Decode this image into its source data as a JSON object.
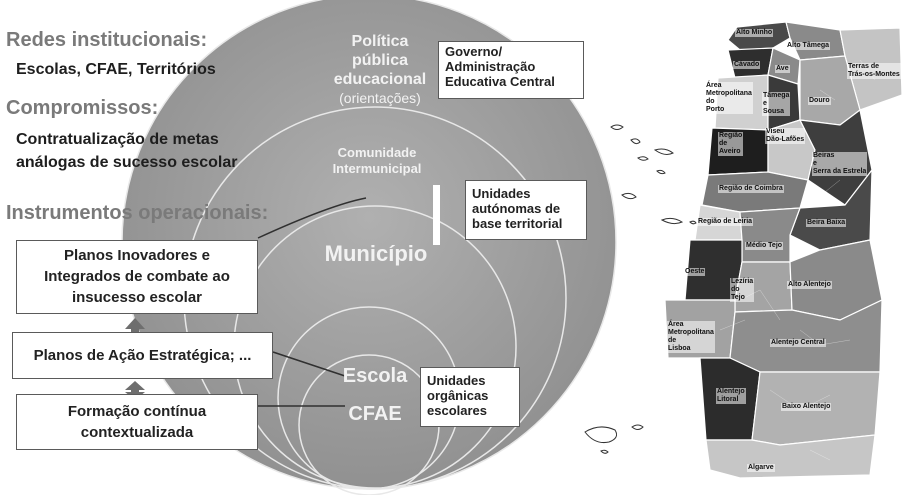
{
  "left_text": {
    "redes_title": "Redes institucionais:",
    "redes_items": "Escolas, CFAE, Territórios",
    "compromissos_title": "Compromissos:",
    "compromissos_line1": "Contratualização de metas",
    "compromissos_line2": "análogas de sucesso escolar",
    "instrumentos_title": "Instrumentos operacionais:"
  },
  "left_boxes": {
    "box1_line1": "Planos Inovadores e",
    "box1_line2": "Integrados de combate ao",
    "box1_line3": "insucesso escolar",
    "box2": "Planos de Ação Estratégica; ...",
    "box3_line1": "Formação contínua",
    "box3_line2": "contextualizada"
  },
  "circles": {
    "politica_line1": "Política",
    "politica_line2": "pública",
    "politica_line3": "educacional",
    "politica_line4": "(orientações)",
    "comunidade_line1": "Comunidade",
    "comunidade_line2": "Intermunicipal",
    "municipio": "Município",
    "escola": "Escola",
    "cfae": "CFAE"
  },
  "right_boxes": {
    "governo_line1": "Governo/",
    "governo_line2": "Administração",
    "governo_line3": "Educativa Central",
    "unidades_aut_line1": "Unidades",
    "unidades_aut_line2": "autónomas de",
    "unidades_aut_line3": "base territorial",
    "unidades_org_line1": "Unidades",
    "unidades_org_line2": "orgânicas",
    "unidades_org_line3": "escolares"
  },
  "map_labels": {
    "alto_minho": "Alto Minho",
    "alto_tamega": "Alto Tâmega",
    "terras_line1": "Terras de",
    "terras_line2": "Trás-os-Montes",
    "cavado": "Cávado",
    "ave": "Ave",
    "amp_line1": "Área",
    "amp_line2": "Metropolitana",
    "amp_line3": "do",
    "amp_line4": "Porto",
    "tamega_line1": "Tâmega",
    "tamega_line2": "e",
    "tamega_line3": "Sousa",
    "douro": "Douro",
    "aveiro_line1": "Região",
    "aveiro_line2": "de",
    "aveiro_line3": "Aveiro",
    "viseu_line1": "Viseu",
    "viseu_line2": "Dão-Lafões",
    "beiras_line1": "Beiras",
    "beiras_line2": "e",
    "beiras_line3": "Serra da Estrela",
    "coimbra": "Região de Coimbra",
    "leiria": "Região de Leiria",
    "beira_baixa": "Beira Baixa",
    "medio_tejo": "Médio Tejo",
    "oeste": "Oeste",
    "leziria_line1": "Lezíria",
    "leziria_line2": "do",
    "leziria_line3": "Tejo",
    "alto_alentejo": "Alto Alentejo",
    "aml_line1": "Área",
    "aml_line2": "Metropolitana",
    "aml_line3": "de",
    "aml_line4": "Lisboa",
    "alentejo_central": "Alentejo Central",
    "alentejo_litoral_line1": "Alentejo",
    "alentejo_litoral_line2": "Litoral",
    "baixo_alentejo": "Baixo Alentejo",
    "algarve": "Algarve"
  },
  "colors": {
    "circle_fill": "#a0a0a0",
    "circle_stroke": "#e8e8e8",
    "heading_gray": "#7a7a7a",
    "arrow": "#6e6e6e",
    "map_dark": "#3c3c3c",
    "map_mid": "#8a8a8a",
    "map_light": "#c4c4c4"
  }
}
